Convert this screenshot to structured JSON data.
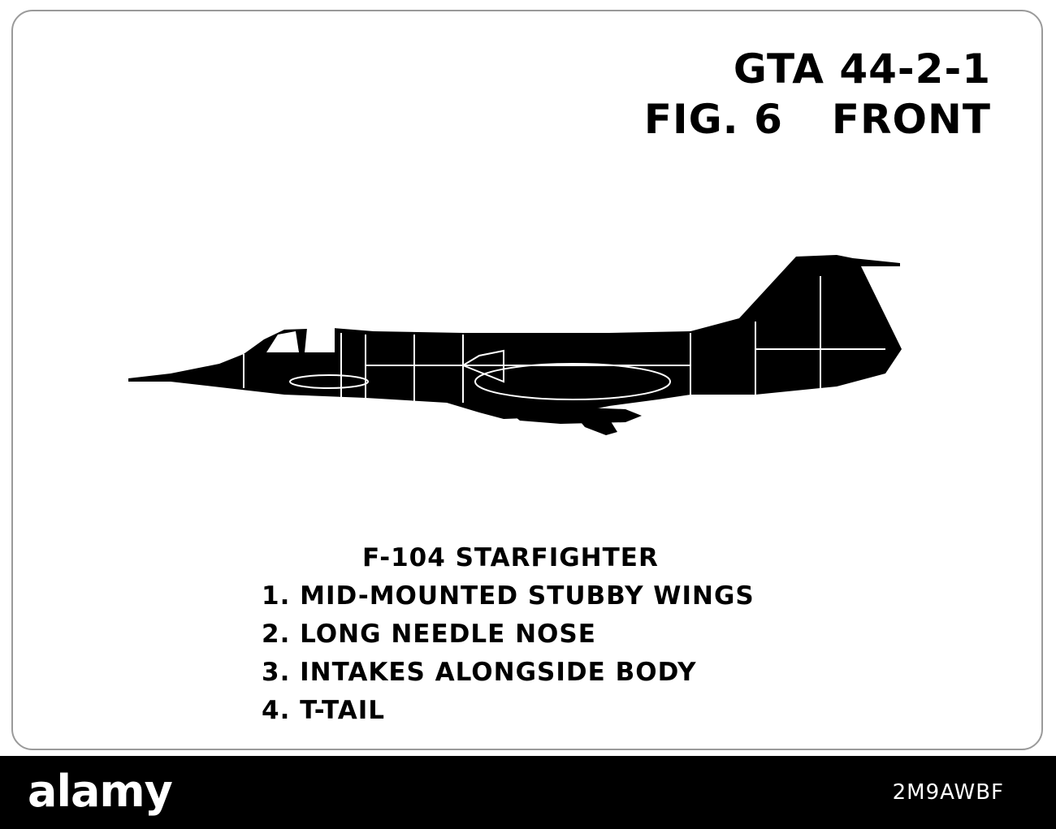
{
  "header": {
    "code": "GTA 44-2-1",
    "figure": "FIG. 6",
    "side": "FRONT"
  },
  "aircraft": {
    "icon": "f-104-silhouette-icon",
    "color": "#000000"
  },
  "caption": {
    "title": "F-104 STARFIGHTER",
    "features": [
      "1. MID-MOUNTED STUBBY WINGS",
      "2. LONG NEEDLE NOSE",
      "3. INTAKES ALONGSIDE BODY",
      "4. T-TAIL"
    ]
  },
  "footer": {
    "logo": "alamy",
    "image_code": "2M9AWBF"
  }
}
